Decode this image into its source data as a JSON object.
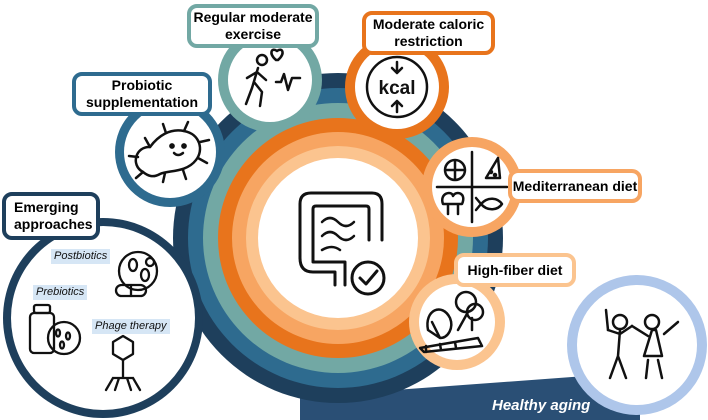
{
  "interventions": {
    "exercise": "Regular moderate exercise",
    "caloric": "Moderate caloric restriction",
    "probiotic": "Probiotic supplementation",
    "mediterranean": "Mediterranean diet",
    "fiber": "High-fiber diet",
    "emerging": "Emerging approaches"
  },
  "emerging_items": {
    "postbiotics": "Postbiotics",
    "prebiotics": "Prebiotics",
    "phage": "Phage therapy"
  },
  "kcal_text": "kcal",
  "outcome": "Healthy aging",
  "colors": {
    "navy": "#1e3f5c",
    "steel": "#2e6b8f",
    "teal": "#72a8a4",
    "orange": "#e8741c",
    "light_orange": "#f7a562",
    "peach": "#fbc48f",
    "light_blue": "#aec6ea",
    "tag_blue": "#d6e6f5"
  },
  "icons": [
    "intestine-icon",
    "runner-icon",
    "kcal-icon",
    "bacterium-icon",
    "mediterranean-food-icon",
    "vegetables-icon",
    "pills-icon",
    "bottle-icon",
    "phage-icon",
    "elderly-couple-icon"
  ]
}
